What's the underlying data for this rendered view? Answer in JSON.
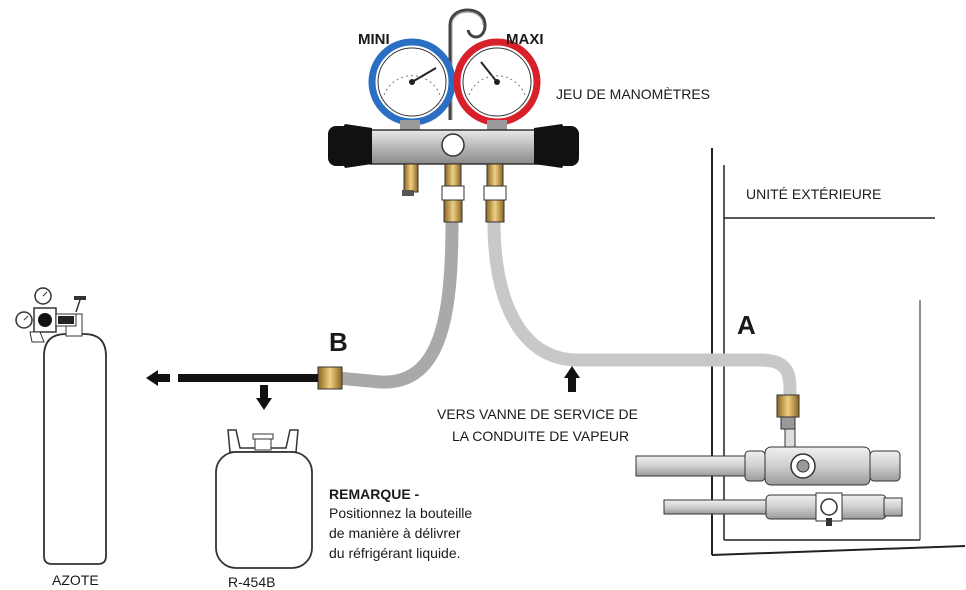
{
  "gauges": {
    "low_label": "MINI",
    "high_label": "MAXI",
    "title": "JEU DE MANOMÈTRES"
  },
  "outdoor_unit": {
    "label": "UNITÉ EXTÉRIEURE",
    "connection_label": "A"
  },
  "hose_connection": {
    "label": "B"
  },
  "service_valve": {
    "line1": "VERS VANNE DE SERVICE DE",
    "line2": "LA CONDUITE DE VAPEUR"
  },
  "note": {
    "title": "REMARQUE -",
    "lines": [
      "Positionnez la bouteille",
      "de manière à délivrer",
      "du réfrigérant liquide."
    ]
  },
  "cylinders": {
    "nitrogen": "AZOTE",
    "refrigerant": "R-454B"
  },
  "colors": {
    "low_gauge": "#2b6fc4",
    "high_gauge": "#d8202a",
    "manifold_body": "#bdbdbd",
    "hose": "#c8c8c8",
    "brass": "#c79a3c"
  }
}
